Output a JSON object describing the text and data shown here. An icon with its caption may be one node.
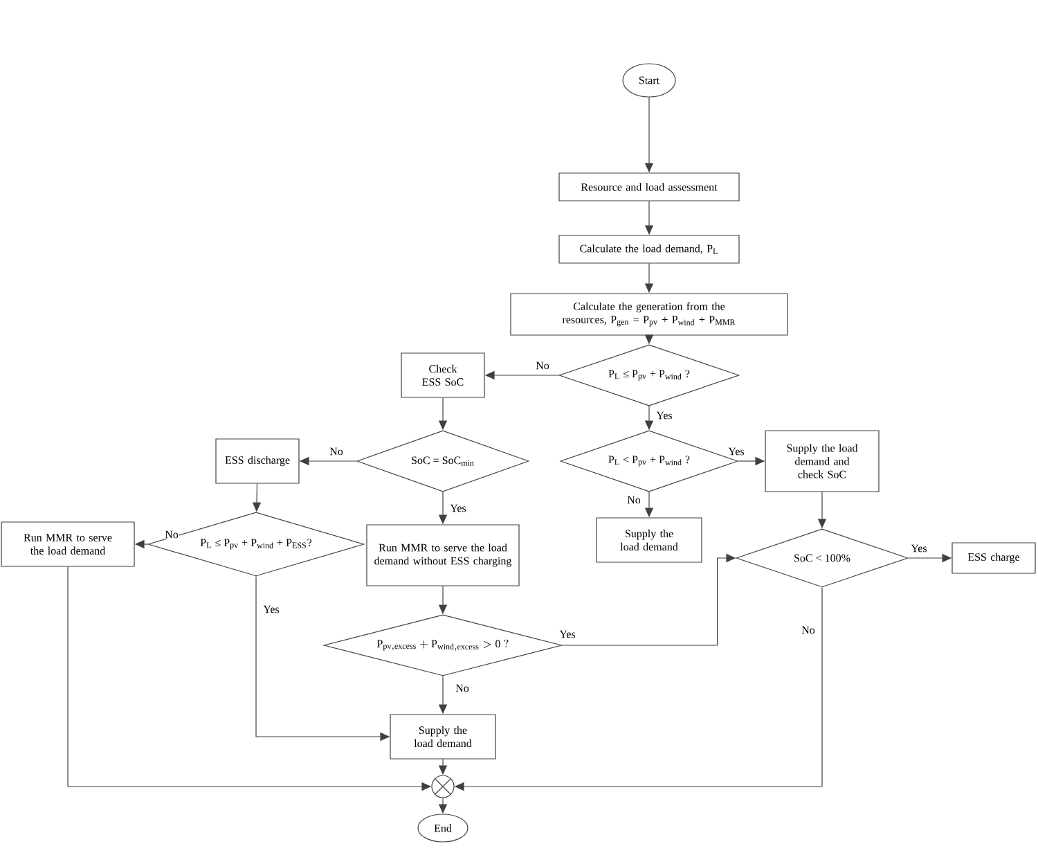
{
  "diagram": {
    "nodes": [
      {
        "text": [
          "Start"
        ]
      },
      {
        "text": [
          "Resource and load assessment"
        ]
      },
      {
        "text": [
          "Calculate the load demand, P$_{L}$"
        ]
      },
      {
        "text": [
          "Calculate the generation from the resources, P$_{gen}$ = P$_{pv}$ + P$_{wind}$ + P$_{MMR}$"
        ]
      },
      {
        "text": [
          "P$_{L}$ ≤ P$_{pv}$ + P$_{wind}$ ?"
        ]
      },
      {
        "text": [
          "Check ESS SoC"
        ]
      },
      {
        "text": [
          "SoC = SoC$_{min}$"
        ]
      },
      {
        "text": [
          "ESS discharge"
        ]
      },
      {
        "text": [
          "P$_{L}$ ≤ P$_{pv}$ + P$_{wind}$ + P$_{ESS}$?"
        ]
      },
      {
        "text": [
          "Run MMR to serve the load demand"
        ]
      },
      {
        "text": [
          "Run MMR to serve the load demand without ESS charging"
        ]
      },
      {
        "text": [
          "P$_{L}$ < P$_{pv}$ + P$_{wind}$ ?"
        ]
      },
      {
        "text": [
          "Supply the load demand"
        ]
      },
      {
        "text": [
          "Supply the load demand and check SoC"
        ]
      },
      {
        "text": [
          "SoC < 100%"
        ]
      },
      {
        "text": [
          "ESS charge"
        ]
      },
      {
        "text": [
          "\\mathrm{P_{pv,excess} + P_{wind,excess} > 0\\ ?}"
        ]
      },
      {
        "text": [
          "Supply the load demand"
        ]
      },
      {
        "text": [],
        "shape": "circle"
      },
      {
        "text": [
          "End"
        ]
      }
    ],
    "edges": [
      {
        "from": 0,
        "to": 1,
        "arrow": "to"
      },
      {
        "from": 1,
        "to": 2,
        "arrow": "to"
      },
      {
        "from": 2,
        "to": 3,
        "arrow": "to"
      },
      {
        "from": 3,
        "to": 4,
        "arrow": "to"
      },
      {
        "from": 4,
        "to": 5,
        "arrow": "to",
        "label": "No"
      },
      {
        "from": 4,
        "to": 11,
        "arrow": "to",
        "label": "Yes"
      },
      {
        "from": 5,
        "to": 6,
        "arrow": "to"
      },
      {
        "from": 6,
        "to": 7,
        "arrow": "to",
        "label": "No"
      },
      {
        "from": 6,
        "to": 10,
        "arrow": "to",
        "label": "Yes"
      },
      {
        "from": 7,
        "to": 8,
        "arrow": "to"
      },
      {
        "from": 8,
        "to": 9,
        "arrow": "to",
        "label": "No"
      },
      {
        "from": 8,
        "to": 17,
        "arrow": "to",
        "label": "Yes"
      },
      {
        "from": 11,
        "to": 13,
        "arrow": "to",
        "label": "Yes"
      },
      {
        "from": 11,
        "to": 12,
        "arrow": "to",
        "label": "No"
      },
      {
        "from": 13,
        "to": 14,
        "arrow": "to"
      },
      {
        "from": 10,
        "to": 16,
        "arrow": "to"
      },
      {
        "from": 16,
        "to": 14,
        "arrow": "to",
        "label": "Yes"
      },
      {
        "from": 16,
        "to": 17,
        "arrow": "to",
        "label": "No"
      },
      {
        "from": 14,
        "to": 15,
        "arrow": "to",
        "label": "Yes"
      },
      {
        "from": 14,
        "to": 18,
        "arrow": "to",
        "label": "No"
      },
      {
        "from": 9,
        "to": 18,
        "arrow": "to"
      },
      {
        "from": 17,
        "to": 18,
        "arrow": "to"
      },
      {
        "from": 18,
        "to": 19,
        "arrow": "to"
      }
    ]
  }
}
